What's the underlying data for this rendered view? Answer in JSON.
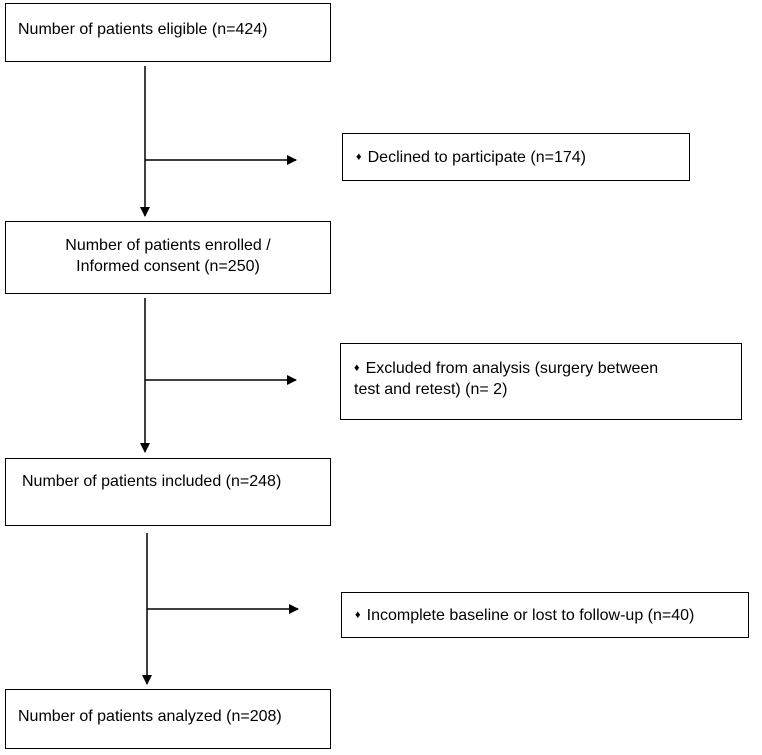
{
  "flowchart": {
    "eligible": "Number of patients eligible (n=424)",
    "enrolled_line1": "Number of patients enrolled /",
    "enrolled_line2": "Informed consent (n=250)",
    "included": "Number of patients included (n=248)",
    "analyzed": "Number of patients analyzed (n=208)",
    "declined": "Declined to participate (n=174)",
    "excluded_line1": "Excluded from analysis (surgery between",
    "excluded_line2": "test and retest) (n= 2)",
    "incomplete": "Incomplete baseline or lost to follow-up (n=40)",
    "bullet_symbol": "♦"
  }
}
